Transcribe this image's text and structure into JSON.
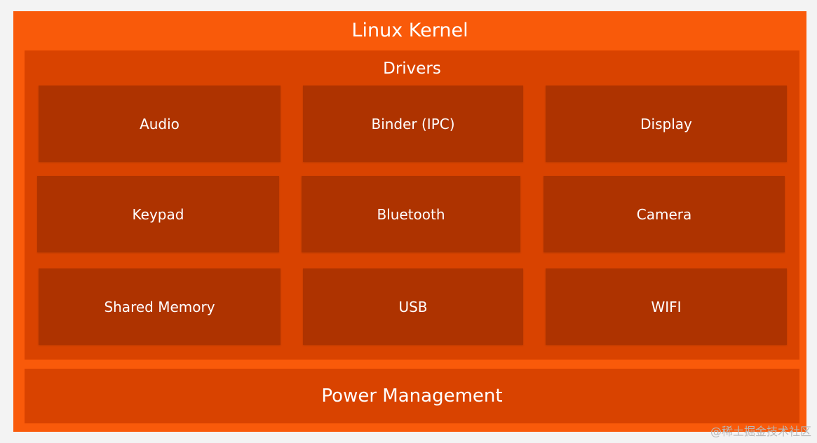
{
  "kernel": {
    "title": "Linux Kernel"
  },
  "drivers": {
    "title": "Drivers",
    "items": [
      {
        "label": "Audio"
      },
      {
        "label": "Binder (IPC)"
      },
      {
        "label": "Display"
      },
      {
        "label": "Keypad"
      },
      {
        "label": "Bluetooth"
      },
      {
        "label": "Camera"
      },
      {
        "label": "Shared Memory"
      },
      {
        "label": "USB"
      },
      {
        "label": "WIFI"
      }
    ]
  },
  "power": {
    "label": "Power Management"
  },
  "watermark": {
    "text": "@稀土掘金技术社区"
  },
  "colors": {
    "page_background": "#f3f3f3",
    "kernel": "#f95a0a",
    "drivers_panel": "#d94300",
    "driver_box": "#ae3300",
    "text": "#ffffff"
  }
}
